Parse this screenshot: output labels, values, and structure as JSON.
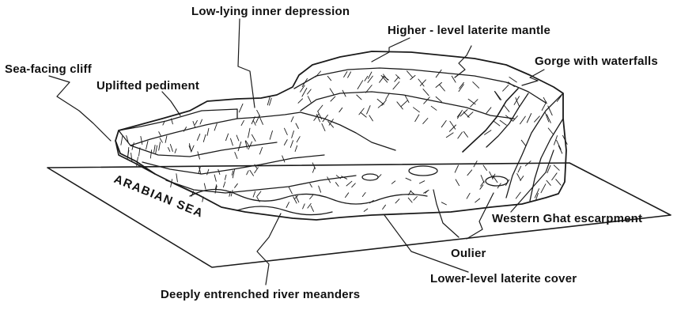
{
  "figure": {
    "sea_label": "ARABIAN SEA",
    "labels": {
      "low_lying": "Low-lying inner depression",
      "higher_laterite": "Higher - level laterite mantle",
      "gorge": "Gorge with waterfalls",
      "sea_cliff": "Sea-facing cliff",
      "pediment": "Uplifted pediment",
      "escarpment": "Western Ghat escarpment",
      "oulier": "Oulier",
      "lower_laterite": "Lower-level laterite cover",
      "meanders": "Deeply entrenched river meanders"
    }
  }
}
